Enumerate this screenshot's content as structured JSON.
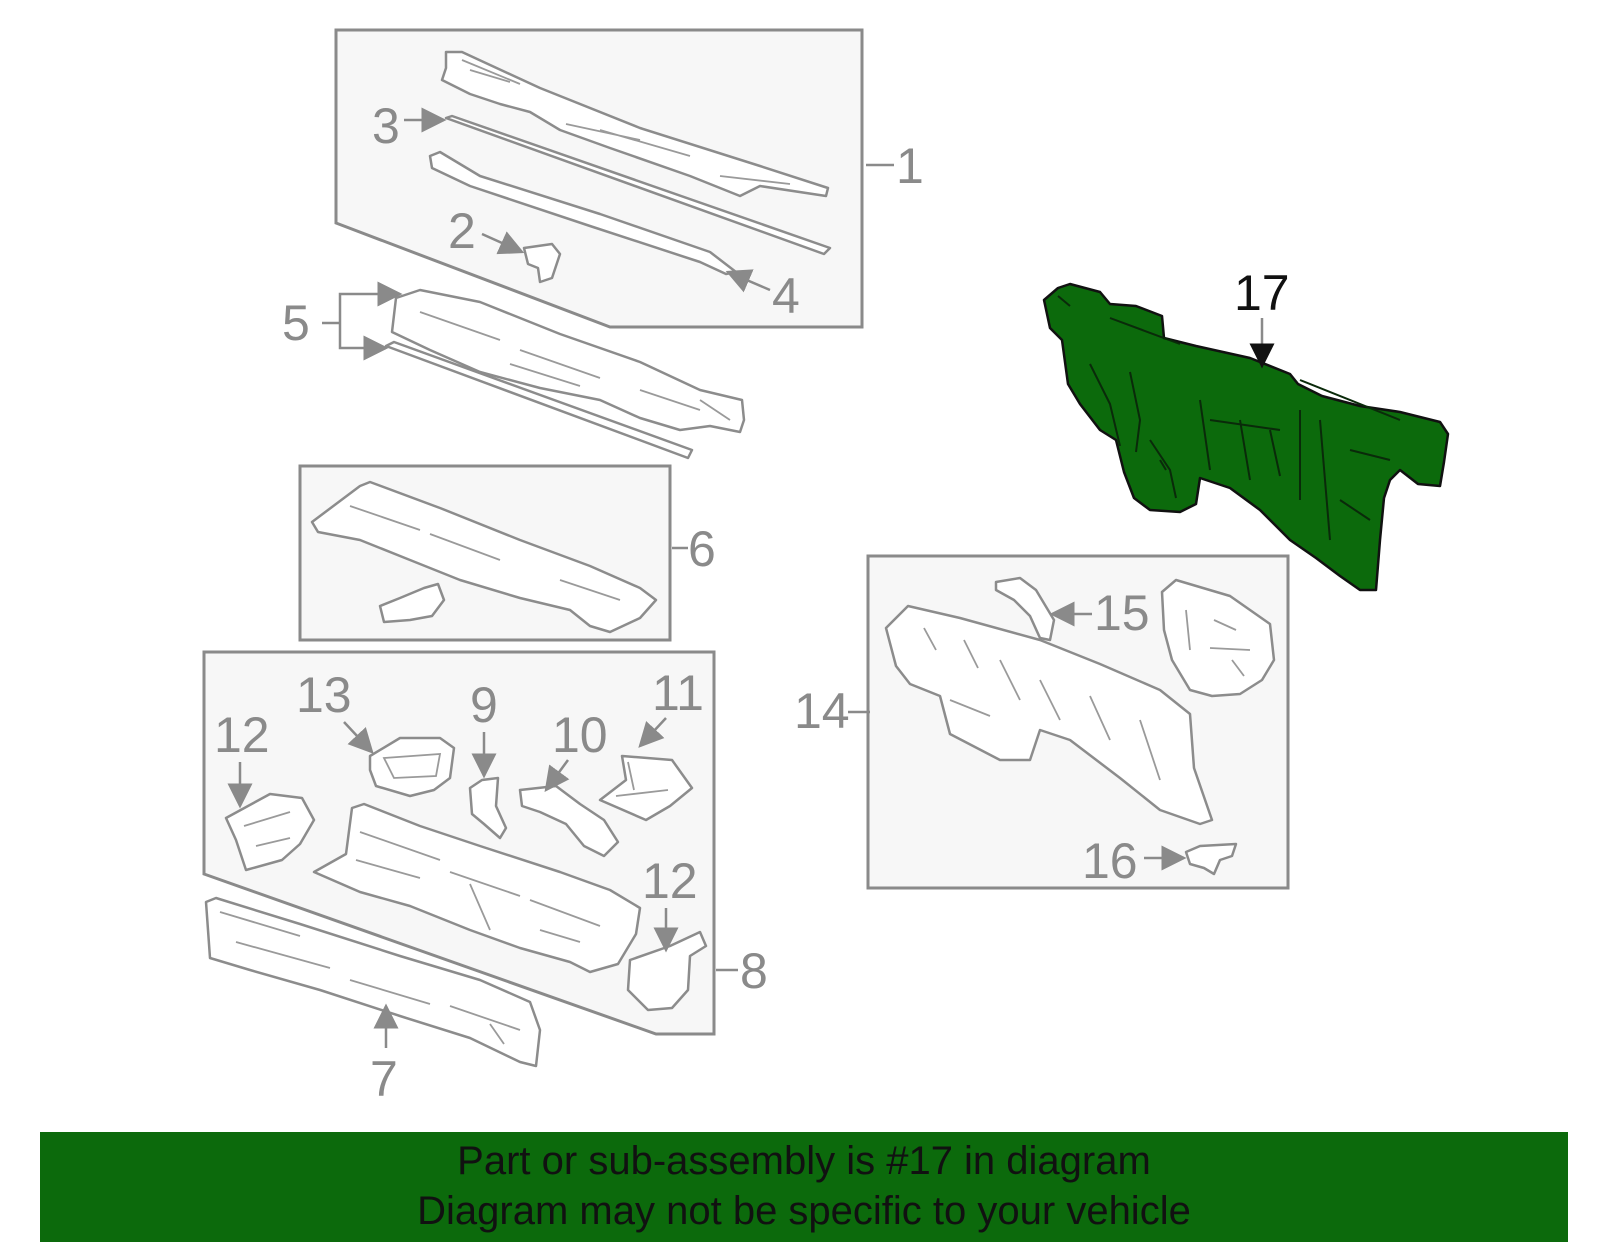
{
  "callouts": {
    "c1": "1",
    "c2": "2",
    "c3": "3",
    "c4": "4",
    "c5": "5",
    "c6": "6",
    "c7": "7",
    "c8": "8",
    "c9": "9",
    "c10": "10",
    "c11": "11",
    "c12a": "12",
    "c12b": "12",
    "c13": "13",
    "c14": "14",
    "c15": "15",
    "c16": "16",
    "c17": "17"
  },
  "highlight": {
    "part_number": "17",
    "color": "#0c6a0c"
  },
  "colors": {
    "line_gray": "#8a8a8a",
    "box_fill": "#f7f7f7",
    "banner_green": "#0c6a0c"
  },
  "banner": {
    "line1": "Part or sub-assembly is #17 in diagram",
    "line2": "Diagram may not be specific to your vehicle"
  }
}
